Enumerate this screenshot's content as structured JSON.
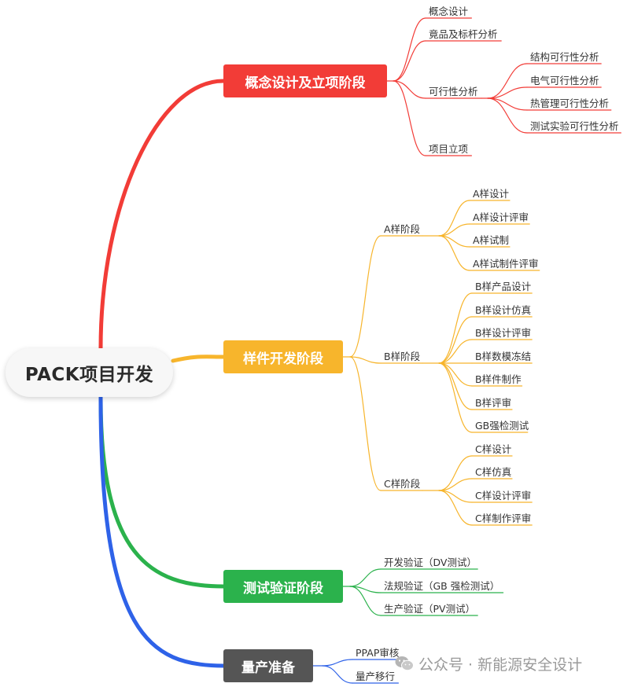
{
  "root": {
    "label": "PACK项目开发"
  },
  "stages": [
    {
      "label": "概念设计及立项阶段",
      "color": "#f23c37",
      "children": [
        {
          "label": "概念设计"
        },
        {
          "label": "竟品及标杆分析"
        },
        {
          "label": "可行性分析",
          "children": [
            {
              "label": "结构可行性分析"
            },
            {
              "label": "电气可行性分析"
            },
            {
              "label": "热管理可行性分析"
            },
            {
              "label": "测试实验可行性分析"
            }
          ]
        },
        {
          "label": "项目立项"
        }
      ]
    },
    {
      "label": "样件开发阶段",
      "color": "#f7b52c",
      "children": [
        {
          "label": "A样阶段",
          "children": [
            {
              "label": "A样设计"
            },
            {
              "label": "A样设计评审"
            },
            {
              "label": "A样试制"
            },
            {
              "label": "A样试制件评审"
            }
          ]
        },
        {
          "label": "B样阶段",
          "children": [
            {
              "label": "B样产品设计"
            },
            {
              "label": "B样设计仿真"
            },
            {
              "label": "B样设计评审"
            },
            {
              "label": "B样数模冻结"
            },
            {
              "label": "B样件制作"
            },
            {
              "label": "B样评审"
            },
            {
              "label": "GB强检测试"
            }
          ]
        },
        {
          "label": "C样阶段",
          "children": [
            {
              "label": "C样设计"
            },
            {
              "label": "C样仿真"
            },
            {
              "label": "C样设计评审"
            },
            {
              "label": "C样制作评审"
            }
          ]
        }
      ]
    },
    {
      "label": "测试验证阶段",
      "color": "#2bb24c",
      "children": [
        {
          "label": "开发验证（DV测试）"
        },
        {
          "label": "法规验证（GB 强检测试）"
        },
        {
          "label": "生产验证（PV测试）"
        }
      ]
    },
    {
      "label": "量产准备",
      "color": "#555555",
      "branch_color": "#2e62e8",
      "children": [
        {
          "label": "PPAP审核"
        },
        {
          "label": "量产移行"
        }
      ]
    }
  ],
  "watermark": {
    "text": "公众号 · 新能源安全设计",
    "icon": "wechat-icon"
  }
}
